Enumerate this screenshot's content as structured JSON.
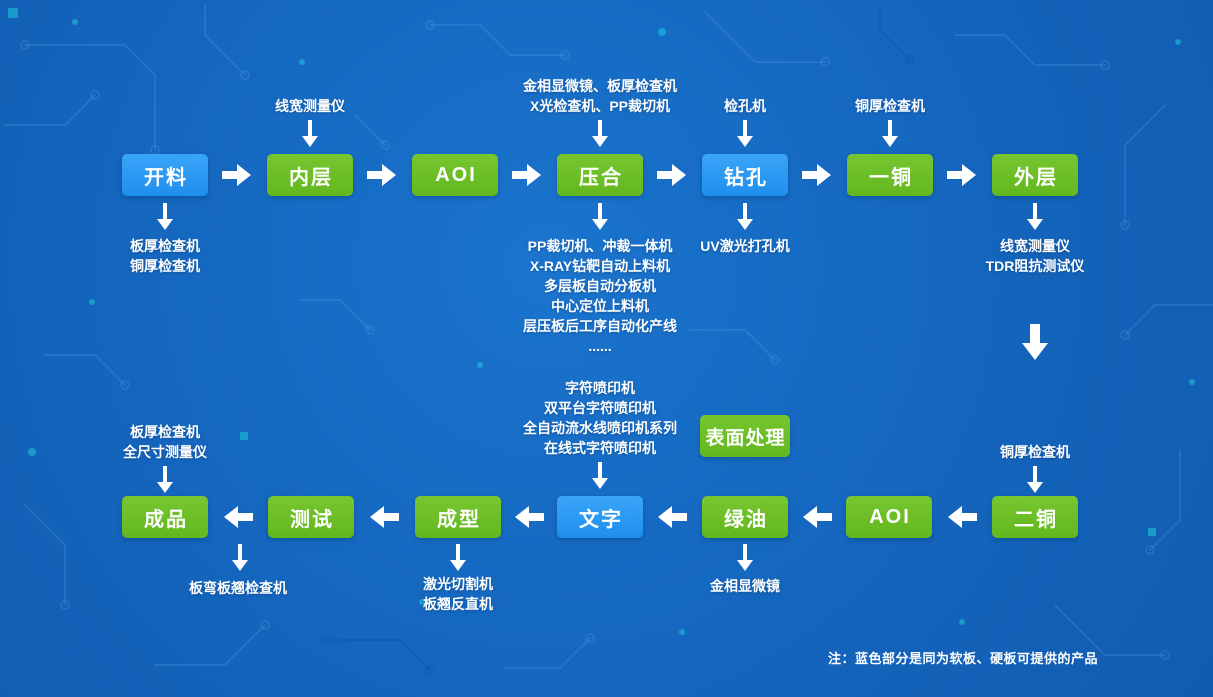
{
  "colors": {
    "background": "#1466BF",
    "box_green": "#6CBE28",
    "box_blue": "#2B9BF4",
    "arrow": "#FFFFFF",
    "accent_teal": "#1FD1E0"
  },
  "flow": {
    "top_row": [
      {
        "label": "开料",
        "type": "blue"
      },
      {
        "label": "内层",
        "type": "green"
      },
      {
        "label": "AOI",
        "type": "green"
      },
      {
        "label": "压合",
        "type": "green"
      },
      {
        "label": "钻孔",
        "type": "blue"
      },
      {
        "label": "一铜",
        "type": "green"
      },
      {
        "label": "外层",
        "type": "green"
      }
    ],
    "bottom_row": [
      {
        "label": "成品",
        "type": "green"
      },
      {
        "label": "测试",
        "type": "green"
      },
      {
        "label": "成型",
        "type": "green"
      },
      {
        "label": "文字",
        "type": "blue"
      },
      {
        "label": "绿油",
        "type": "green"
      },
      {
        "label": "AOI",
        "type": "green"
      },
      {
        "label": "二铜",
        "type": "green"
      }
    ],
    "surface_box": {
      "label": "表面处理",
      "type": "green"
    }
  },
  "annotations": {
    "neiceng_above": [
      "线宽测量仪"
    ],
    "yahe_above": [
      "金相显微镜、板厚检查机",
      "X光检查机、PP裁切机"
    ],
    "zuankong_above": [
      "检孔机"
    ],
    "yitong_above": [
      "铜厚检查机"
    ],
    "kailiao_below": [
      "板厚检查机",
      "铜厚检查机"
    ],
    "yahe_below": [
      "PP裁切机、冲裁一体机",
      "X-RAY钻靶自动上料机",
      "多层板自动分板机",
      "中心定位上料机",
      "层压板后工序自动化产线",
      "......"
    ],
    "zuankong_below": [
      "UV激光打孔机"
    ],
    "waiceng_below": [
      "线宽测量仪",
      "TDR阻抗测试仪"
    ],
    "ertong_above": [
      "铜厚检查机"
    ],
    "wenzi_above": [
      "字符喷印机",
      "双平台字符喷印机",
      "全自动流水线喷印机系列",
      "在线式字符喷印机"
    ],
    "chengpin_above": [
      "板厚检查机",
      "全尺寸测量仪"
    ],
    "chengpin_below": [
      "板弯板翘检查机"
    ],
    "chengxing_below": [
      "激光切割机",
      "板翘反直机"
    ],
    "lvyou_below": [
      "金相显微镜"
    ]
  },
  "note": "注：蓝色部分是同为软板、硬板可提供的产品"
}
